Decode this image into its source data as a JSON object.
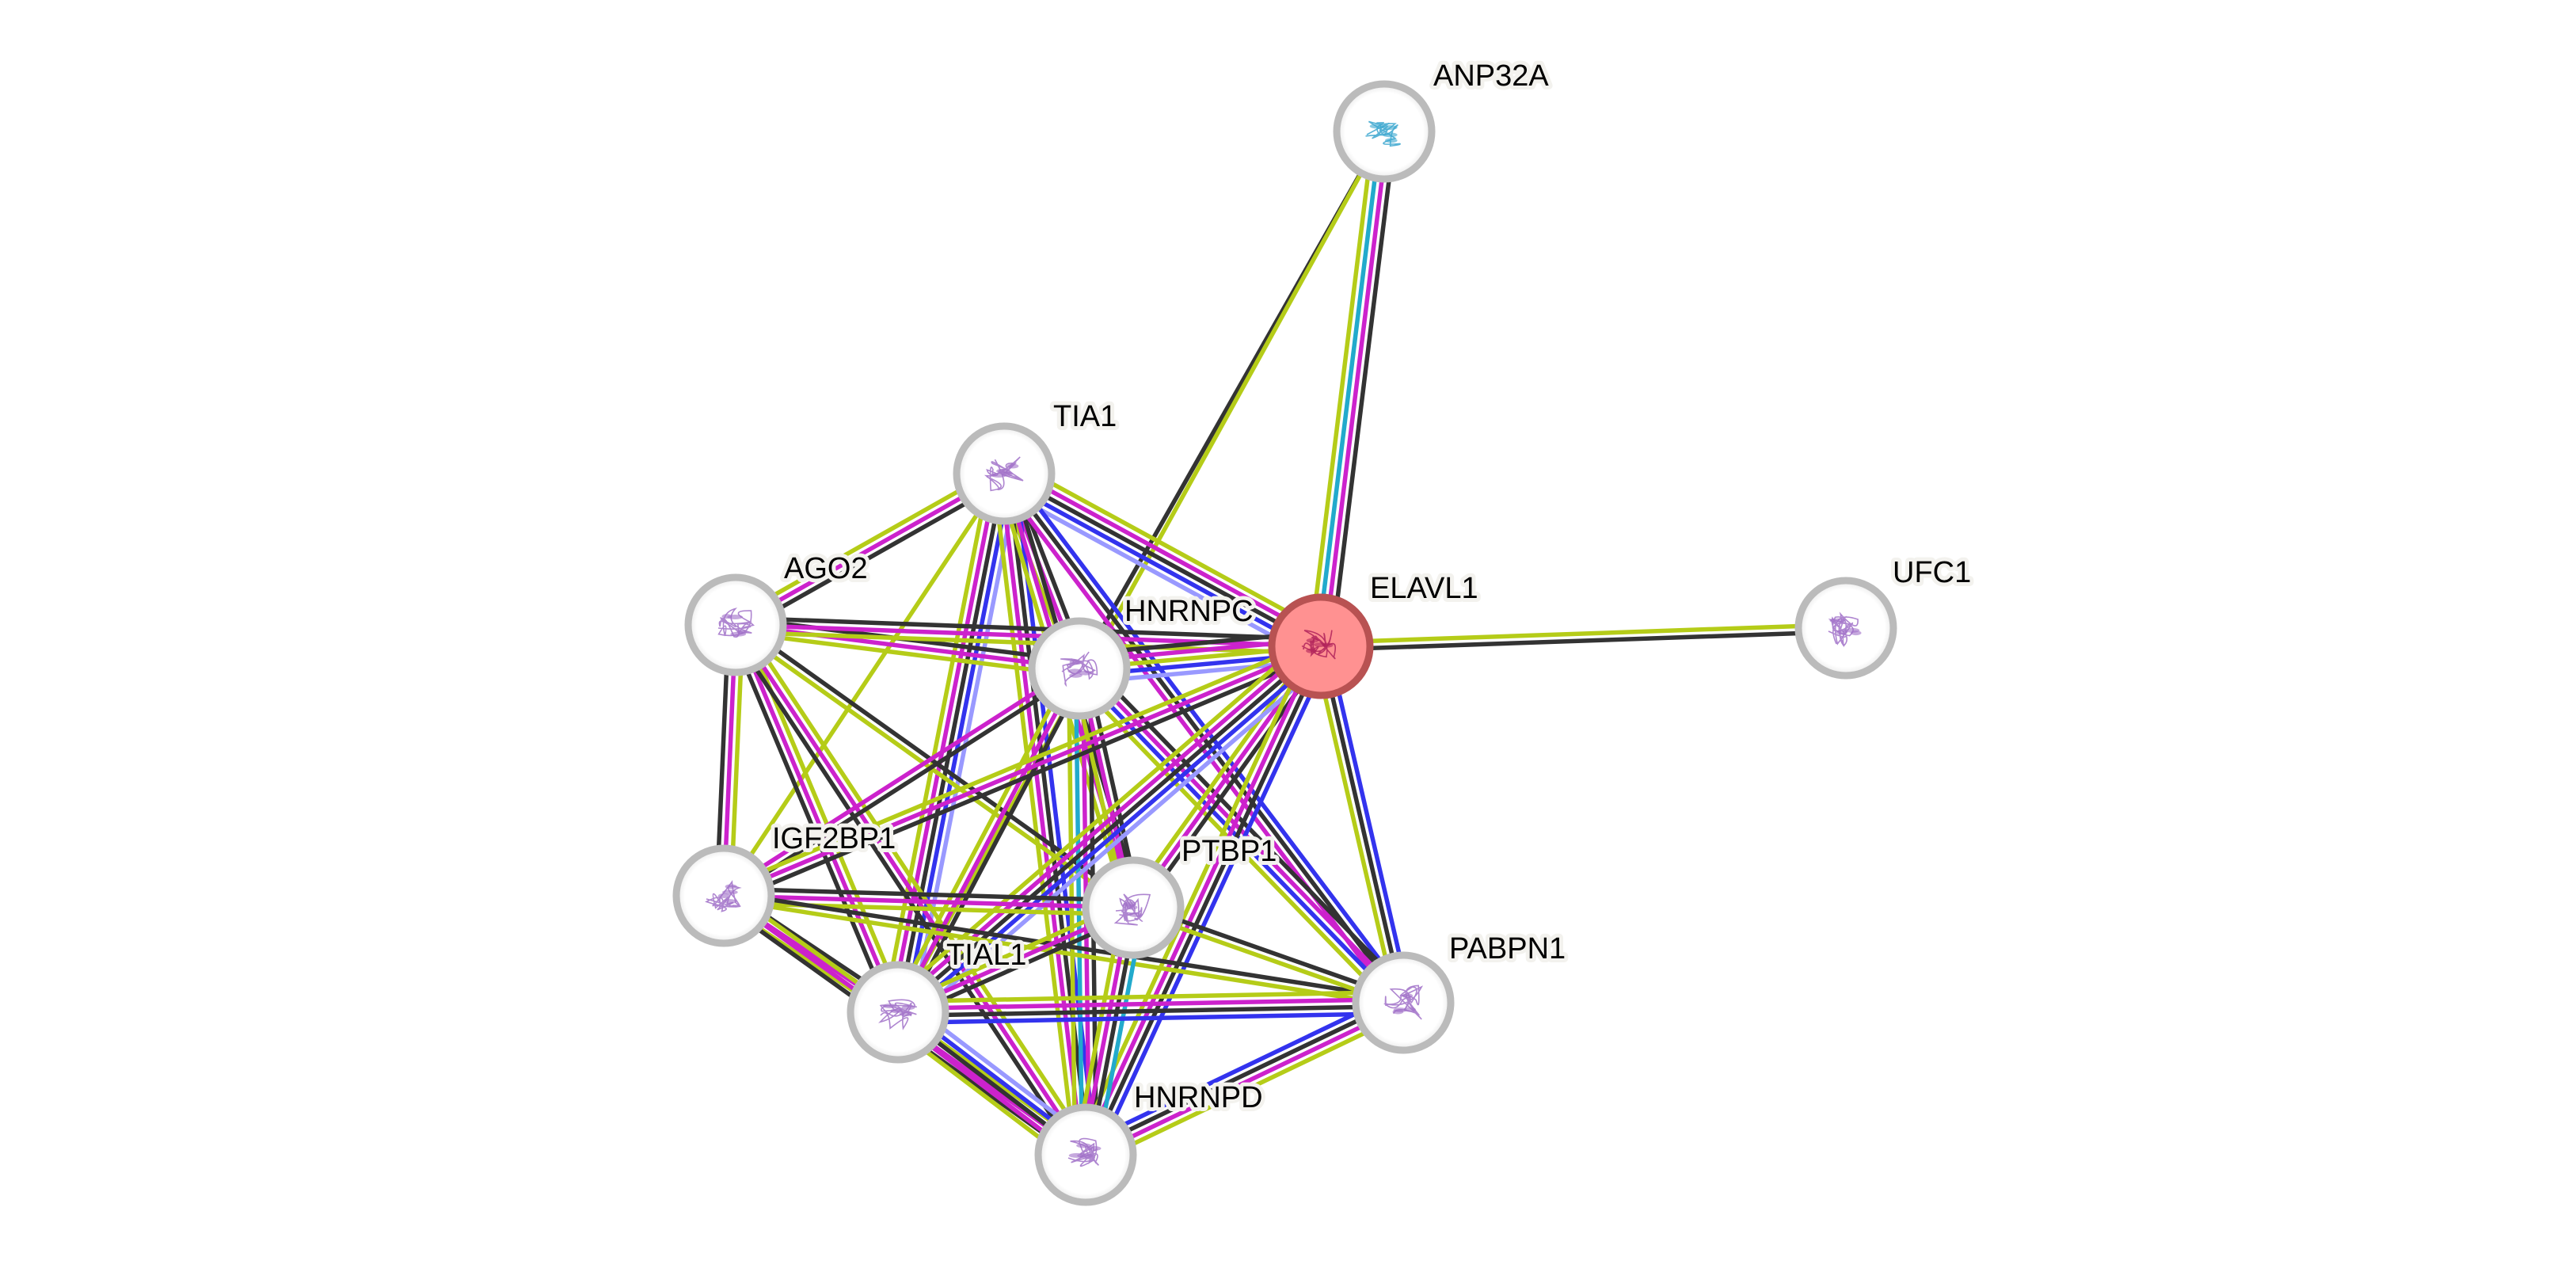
{
  "network": {
    "query_protein": "ELAVL1",
    "colors": {
      "node_ring": "#bbbbbb",
      "node_fill": "#ffffff",
      "query_ring": "#b85252",
      "query_fill": "#ff9191",
      "structure_default": "#a070c8",
      "structure_anp32a": "#3aa6cf",
      "structure_query": "#b0225a"
    },
    "evidence_colors": {
      "textmining": "#b5cc18",
      "coexpression": "#333333",
      "experiments": "#cc22cc",
      "databases": "#22aacc",
      "homology": "#3333ee",
      "cooccurrence": "#9999ff"
    },
    "nodes": [
      {
        "id": "ANP32A",
        "label": "ANP32A",
        "query": false
      },
      {
        "id": "TIA1",
        "label": "TIA1",
        "query": false
      },
      {
        "id": "AGO2",
        "label": "AGO2",
        "query": false
      },
      {
        "id": "HNRNPC",
        "label": "HNRNPC",
        "query": false
      },
      {
        "id": "ELAVL1",
        "label": "ELAVL1",
        "query": true
      },
      {
        "id": "UFC1",
        "label": "UFC1",
        "query": false
      },
      {
        "id": "IGF2BP1",
        "label": "IGF2BP1",
        "query": false
      },
      {
        "id": "PTBP1",
        "label": "PTBP1",
        "query": false
      },
      {
        "id": "TIAL1",
        "label": "TIAL1",
        "query": false
      },
      {
        "id": "PABPN1",
        "label": "PABPN1",
        "query": false
      },
      {
        "id": "HNRNPD",
        "label": "HNRNPD",
        "query": false
      }
    ],
    "edges": [
      {
        "a": "ANP32A",
        "b": "ELAVL1",
        "evidence": [
          "coexpression",
          "experiments",
          "databases",
          "textmining"
        ]
      },
      {
        "a": "ANP32A",
        "b": "HNRNPC",
        "evidence": [
          "coexpression"
        ]
      },
      {
        "a": "ANP32A",
        "b": "TIAL1",
        "evidence": [
          "textmining"
        ]
      },
      {
        "a": "ELAVL1",
        "b": "UFC1",
        "evidence": [
          "textmining",
          "coexpression"
        ]
      },
      {
        "a": "TIA1",
        "b": "ELAVL1",
        "evidence": [
          "textmining",
          "experiments",
          "coexpression",
          "homology",
          "cooccurrence"
        ]
      },
      {
        "a": "TIA1",
        "b": "AGO2",
        "evidence": [
          "coexpression",
          "experiments",
          "textmining"
        ]
      },
      {
        "a": "TIA1",
        "b": "HNRNPC",
        "evidence": [
          "coexpression",
          "experiments",
          "textmining"
        ]
      },
      {
        "a": "TIA1",
        "b": "TIAL1",
        "evidence": [
          "cooccurrence",
          "homology",
          "coexpression",
          "experiments",
          "textmining"
        ]
      },
      {
        "a": "TIA1",
        "b": "HNRNPD",
        "evidence": [
          "homology",
          "coexpression",
          "experiments",
          "textmining"
        ]
      },
      {
        "a": "TIA1",
        "b": "PTBP1",
        "evidence": [
          "coexpression",
          "experiments",
          "textmining"
        ]
      },
      {
        "a": "TIA1",
        "b": "PABPN1",
        "evidence": [
          "homology",
          "coexpression",
          "experiments"
        ]
      },
      {
        "a": "TIA1",
        "b": "IGF2BP1",
        "evidence": [
          "textmining"
        ]
      },
      {
        "a": "AGO2",
        "b": "HNRNPC",
        "evidence": [
          "coexpression",
          "experiments",
          "textmining"
        ]
      },
      {
        "a": "AGO2",
        "b": "ELAVL1",
        "evidence": [
          "coexpression",
          "experiments",
          "textmining"
        ]
      },
      {
        "a": "AGO2",
        "b": "IGF2BP1",
        "evidence": [
          "textmining",
          "experiments",
          "coexpression"
        ]
      },
      {
        "a": "AGO2",
        "b": "TIAL1",
        "evidence": [
          "textmining",
          "experiments",
          "coexpression"
        ]
      },
      {
        "a": "AGO2",
        "b": "HNRNPD",
        "evidence": [
          "textmining",
          "experiments",
          "coexpression"
        ]
      },
      {
        "a": "AGO2",
        "b": "PTBP1",
        "evidence": [
          "coexpression",
          "textmining"
        ]
      },
      {
        "a": "HNRNPC",
        "b": "ELAVL1",
        "evidence": [
          "coexpression",
          "experiments",
          "textmining",
          "homology",
          "cooccurrence"
        ]
      },
      {
        "a": "HNRNPC",
        "b": "HNRNPD",
        "evidence": [
          "coexpression",
          "experiments",
          "databases",
          "textmining"
        ]
      },
      {
        "a": "HNRNPC",
        "b": "PTBP1",
        "evidence": [
          "coexpression",
          "experiments",
          "textmining"
        ]
      },
      {
        "a": "HNRNPC",
        "b": "TIAL1",
        "evidence": [
          "coexpression",
          "experiments",
          "textmining"
        ]
      },
      {
        "a": "HNRNPC",
        "b": "PABPN1",
        "evidence": [
          "coexpression",
          "experiments",
          "homology",
          "textmining"
        ]
      },
      {
        "a": "HNRNPC",
        "b": "IGF2BP1",
        "evidence": [
          "coexpression",
          "experiments"
        ]
      },
      {
        "a": "ELAVL1",
        "b": "IGF2BP1",
        "evidence": [
          "coexpression",
          "experiments",
          "textmining"
        ]
      },
      {
        "a": "ELAVL1",
        "b": "PTBP1",
        "evidence": [
          "coexpression",
          "experiments",
          "textmining"
        ]
      },
      {
        "a": "ELAVL1",
        "b": "TIAL1",
        "evidence": [
          "cooccurrence",
          "homology",
          "coexpression",
          "experiments",
          "textmining"
        ]
      },
      {
        "a": "ELAVL1",
        "b": "HNRNPD",
        "evidence": [
          "homology",
          "coexpression",
          "experiments",
          "textmining"
        ]
      },
      {
        "a": "ELAVL1",
        "b": "PABPN1",
        "evidence": [
          "homology",
          "coexpression",
          "textmining"
        ]
      },
      {
        "a": "IGF2BP1",
        "b": "PTBP1",
        "evidence": [
          "coexpression",
          "experiments",
          "textmining"
        ]
      },
      {
        "a": "IGF2BP1",
        "b": "TIAL1",
        "evidence": [
          "coexpression",
          "experiments",
          "textmining"
        ]
      },
      {
        "a": "IGF2BP1",
        "b": "HNRNPD",
        "evidence": [
          "textmining",
          "experiments",
          "coexpression"
        ]
      },
      {
        "a": "IGF2BP1",
        "b": "PABPN1",
        "evidence": [
          "coexpression",
          "textmining"
        ]
      },
      {
        "a": "PTBP1",
        "b": "TIAL1",
        "evidence": [
          "coexpression",
          "experiments",
          "textmining"
        ]
      },
      {
        "a": "PTBP1",
        "b": "HNRNPD",
        "evidence": [
          "databases",
          "coexpression",
          "experiments",
          "textmining"
        ]
      },
      {
        "a": "PTBP1",
        "b": "PABPN1",
        "evidence": [
          "coexpression",
          "textmining"
        ]
      },
      {
        "a": "TIAL1",
        "b": "PABPN1",
        "evidence": [
          "textmining",
          "experiments",
          "coexpression",
          "homology"
        ]
      },
      {
        "a": "TIAL1",
        "b": "HNRNPD",
        "evidence": [
          "cooccurrence",
          "homology",
          "coexpression",
          "experiments",
          "textmining"
        ]
      },
      {
        "a": "PABPN1",
        "b": "HNRNPD",
        "evidence": [
          "textmining",
          "experiments",
          "coexpression",
          "homology"
        ]
      }
    ]
  }
}
